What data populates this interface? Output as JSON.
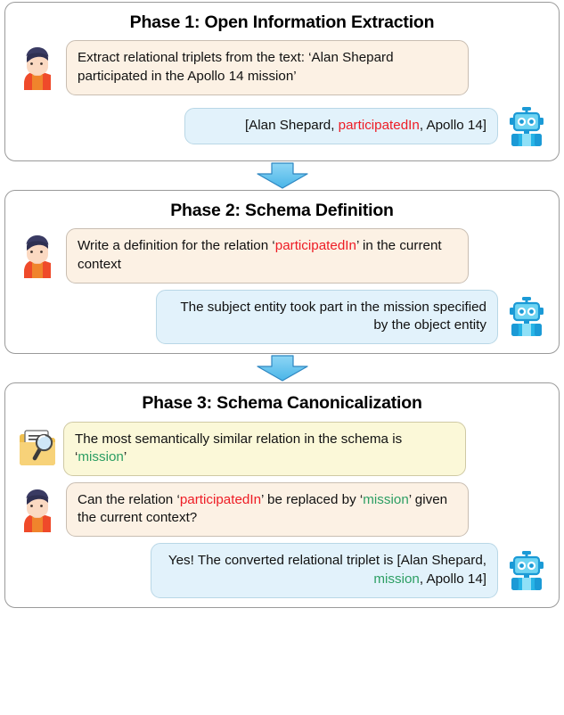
{
  "figure": {
    "type": "three-phase-pipeline-diagram",
    "accent_arrow_color": "#64c2ec",
    "accent_arrow_border": "#2e86c1",
    "keyword_red": "#ee1c25",
    "keyword_green": "#2c9e63",
    "user_bubble_color": "#fcf1e4",
    "bot_bubble_color": "#e2f2fb",
    "schema_bubble_color": "#fbf8d8"
  },
  "phases": [
    {
      "id": "phase-1",
      "title": "Phase 1: Open Information Extraction",
      "messages": [
        {
          "speaker": "user",
          "icon": "person-avatar-icon",
          "align": "left",
          "bubble": "peach",
          "segments": [
            {
              "text": "Extract relational triplets from the text: ‘Alan Shepard participated in the Apollo 14 mission’",
              "style": "plain"
            }
          ]
        },
        {
          "speaker": "bot",
          "icon": "robot-icon",
          "align": "right",
          "bubble": "blue",
          "segments": [
            {
              "text": "[Alan Shepard, ",
              "style": "plain"
            },
            {
              "text": "participatedIn",
              "style": "red"
            },
            {
              "text": ", Apollo 14]",
              "style": "plain"
            }
          ]
        }
      ]
    },
    {
      "id": "phase-2",
      "title": "Phase 2: Schema Definition",
      "messages": [
        {
          "speaker": "user",
          "icon": "person-avatar-icon",
          "align": "left",
          "bubble": "peach",
          "segments": [
            {
              "text": "Write a definition for the relation ‘",
              "style": "plain"
            },
            {
              "text": "participatedIn",
              "style": "red"
            },
            {
              "text": "’ in the current context",
              "style": "plain"
            }
          ]
        },
        {
          "speaker": "bot",
          "icon": "robot-icon",
          "align": "right",
          "bubble": "blue",
          "segments": [
            {
              "text": "The subject entity took part in the mission specified by the object entity",
              "style": "plain"
            }
          ]
        }
      ]
    },
    {
      "id": "phase-3",
      "title": "Phase 3: Schema Canonicalization",
      "messages": [
        {
          "speaker": "schema",
          "icon": "folder-search-icon",
          "align": "left",
          "bubble": "yellow",
          "segments": [
            {
              "text": "The most semantically similar relation in the schema is ‘",
              "style": "plain"
            },
            {
              "text": "mission",
              "style": "green"
            },
            {
              "text": "’",
              "style": "plain"
            }
          ]
        },
        {
          "speaker": "user",
          "icon": "person-avatar-icon",
          "align": "left",
          "bubble": "peach",
          "segments": [
            {
              "text": "Can the relation ‘",
              "style": "plain"
            },
            {
              "text": "participatedIn",
              "style": "red"
            },
            {
              "text": "’ be replaced by ‘",
              "style": "plain"
            },
            {
              "text": "mission",
              "style": "green"
            },
            {
              "text": "’ given the current context?",
              "style": "plain"
            }
          ]
        },
        {
          "speaker": "bot",
          "icon": "robot-icon",
          "align": "right",
          "bubble": "blue",
          "segments": [
            {
              "text": "Yes! The converted relational triplet is [Alan Shepard, ",
              "style": "plain"
            },
            {
              "text": "mission",
              "style": "green"
            },
            {
              "text": ", Apollo 14]",
              "style": "plain"
            }
          ]
        }
      ]
    }
  ],
  "connectors": [
    {
      "id": "arrow-1-to-2",
      "icon": "down-arrow-icon"
    },
    {
      "id": "arrow-2-to-3",
      "icon": "down-arrow-icon"
    }
  ]
}
